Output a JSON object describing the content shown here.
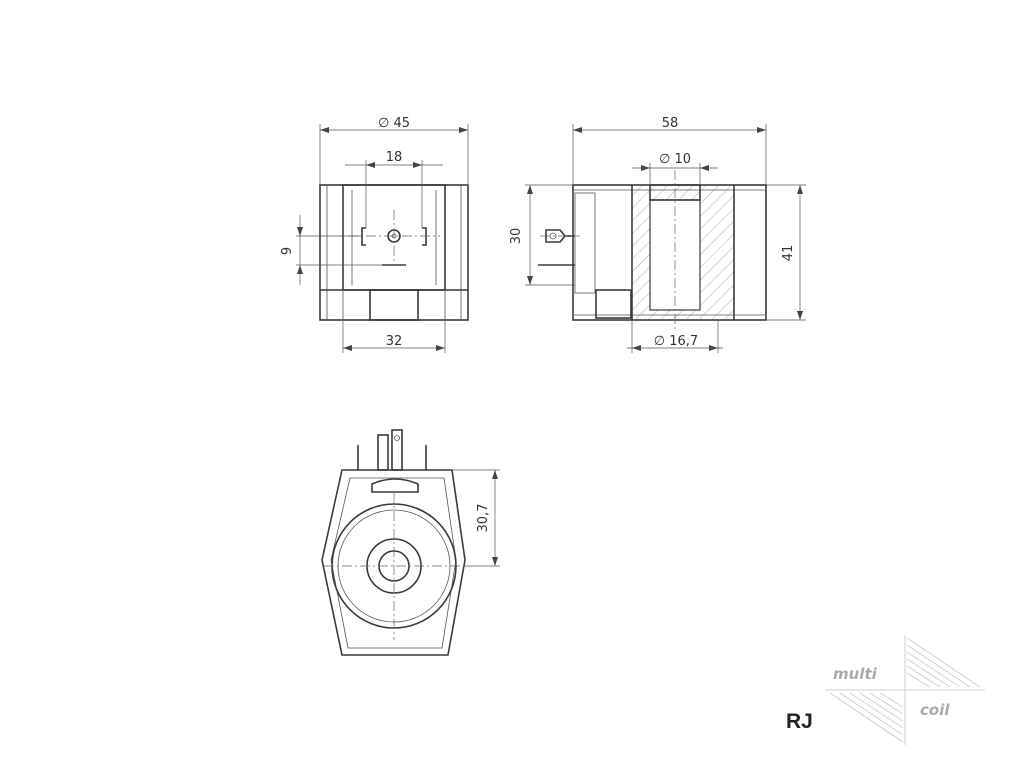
{
  "dimensions": {
    "front_diameter": "∅ 45",
    "front_pin_spacing": "18",
    "front_height": "9",
    "front_base_width": "32",
    "side_length": "58",
    "side_bore": "∅ 10",
    "side_height_30": "30",
    "side_height_41": "41",
    "side_bottom_diameter": "∅ 16,7",
    "bottom_height": "30,7"
  },
  "model_label": "RJ",
  "logo": {
    "line1": "multi",
    "line2": "coil"
  }
}
